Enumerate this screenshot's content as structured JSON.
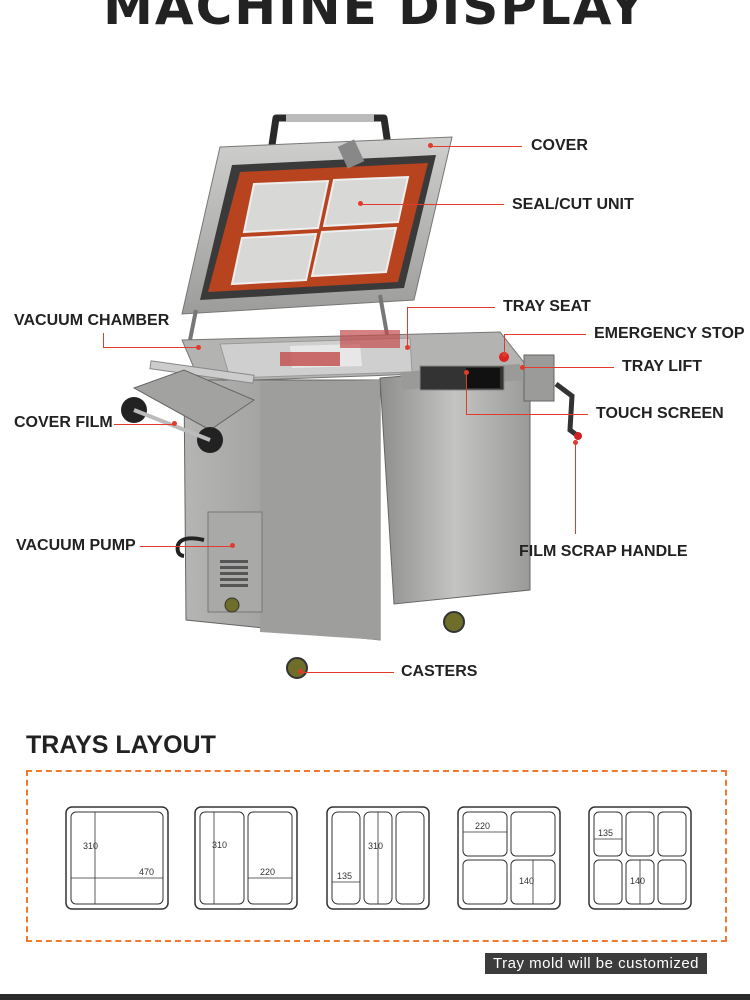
{
  "title": "MACHINE DISPLAY",
  "callouts": {
    "cover": "COVER",
    "seal_cut_unit": "SEAL/CUT UNIT",
    "tray_seat": "TRAY SEAT",
    "vacuum_chamber": "VACUUM CHAMBER",
    "emergency_stop": "EMERGENCY STOP",
    "tray_lift": "TRAY LIFT",
    "cover_film": "COVER FILM",
    "touch_screen": "TOUCH SCREEN",
    "vacuum_pump": "VACUUM PUMP",
    "film_scrap_handle": "FILM SCRAP HANDLE",
    "casters": "CASTERS"
  },
  "trays_layout": {
    "title": "TRAYS LAYOUT",
    "trays": [
      {
        "labels": [
          "310",
          "470"
        ]
      },
      {
        "labels": [
          "310",
          "220"
        ]
      },
      {
        "labels": [
          "135",
          "310"
        ]
      },
      {
        "labels": [
          "220",
          "140"
        ]
      },
      {
        "labels": [
          "135",
          "140"
        ]
      }
    ],
    "note": "Tray mold will be customized"
  },
  "colors": {
    "leader": "#e23b2b",
    "dashed_border": "#f07a32",
    "seal_plate": "#b8431f",
    "steel": "#a9a9a7"
  }
}
